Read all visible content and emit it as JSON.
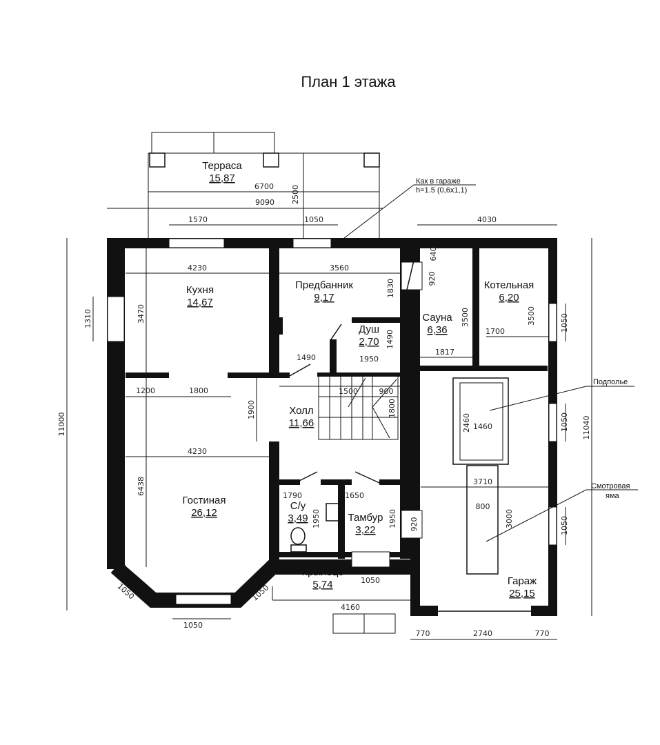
{
  "title": "План 1 этажа",
  "rooms": [
    {
      "name": "Терраса",
      "area": "15,87"
    },
    {
      "name": "Кухня",
      "area": "14,67"
    },
    {
      "name": "Предбанник",
      "area": "9,17"
    },
    {
      "name": "Душ",
      "area": "2,70"
    },
    {
      "name": "Сауна",
      "area": "6,36"
    },
    {
      "name": "Котельная",
      "area": "6,20"
    },
    {
      "name": "Холл",
      "area": "11,66"
    },
    {
      "name": "Гостиная",
      "area": "26,12"
    },
    {
      "name": "С/у",
      "area": "3,49"
    },
    {
      "name": "Тамбур",
      "area": "3,22"
    },
    {
      "name": "Крыльцо",
      "area": "5,74"
    },
    {
      "name": "Гараж",
      "area": "25,15"
    }
  ],
  "notes": {
    "sauna_window_1": "Как в гараже",
    "sauna_window_2": "h=1.5 (0,6x1,1)",
    "cellar": "Подполье",
    "pit_1": "Смотровая",
    "pit_2": "яма"
  },
  "dimensions": [
    "6700",
    "9090",
    "2500",
    "1570",
    "1050",
    "4030",
    "4230",
    "3560",
    "1830",
    "640",
    "920",
    "3500",
    "3500",
    "1310",
    "3470",
    "1050",
    "1700",
    "1817",
    "1490",
    "1490",
    "1950",
    "1200",
    "1800",
    "1900",
    "1500",
    "900",
    "1800",
    "11000",
    "11040",
    "4230",
    "6438",
    "2460",
    "1460",
    "1050",
    "3710",
    "800",
    "3000",
    "1050",
    "1790",
    "1650",
    "1950",
    "1950",
    "920",
    "1050",
    "4160",
    "1050",
    "1050",
    "1050",
    "770",
    "2740",
    "770"
  ]
}
